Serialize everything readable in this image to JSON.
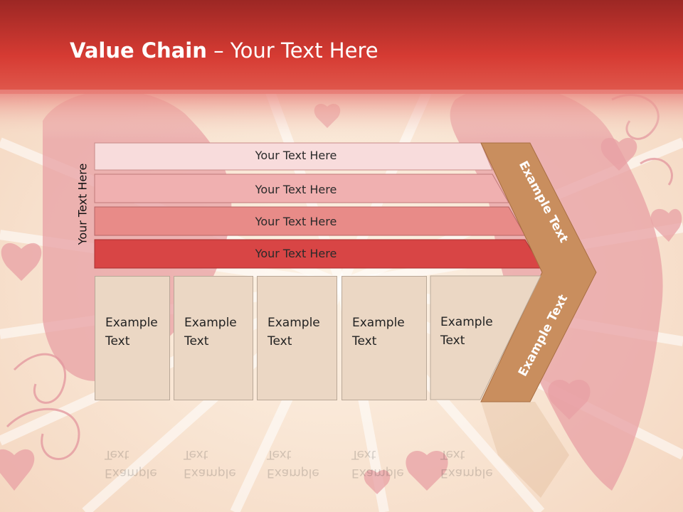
{
  "title": {
    "bold": "Value Chain",
    "rest": " – Your Text Here"
  },
  "side_label": "Your Text Here",
  "bars": [
    {
      "label": "Your Text Here"
    },
    {
      "label": "Your Text Here"
    },
    {
      "label": "Your Text Here"
    },
    {
      "label": "Your Text Here"
    }
  ],
  "boxes": [
    {
      "line1": "Example",
      "line2": "Text"
    },
    {
      "line1": "Example",
      "line2": "Text"
    },
    {
      "line1": "Example",
      "line2": "Text"
    },
    {
      "line1": "Example",
      "line2": "Text"
    },
    {
      "line1": "Example",
      "line2": "Text"
    }
  ],
  "chevron": {
    "upper": "Example Text",
    "lower": "Example Text"
  },
  "colors": {
    "header": "#d23c36",
    "bar1": "#f8dcdc",
    "bar2": "#f0b0b0",
    "bar3": "#e88b88",
    "bar4": "#d84545",
    "box": "#ebd7c4",
    "chevron": "#c98e5e"
  }
}
